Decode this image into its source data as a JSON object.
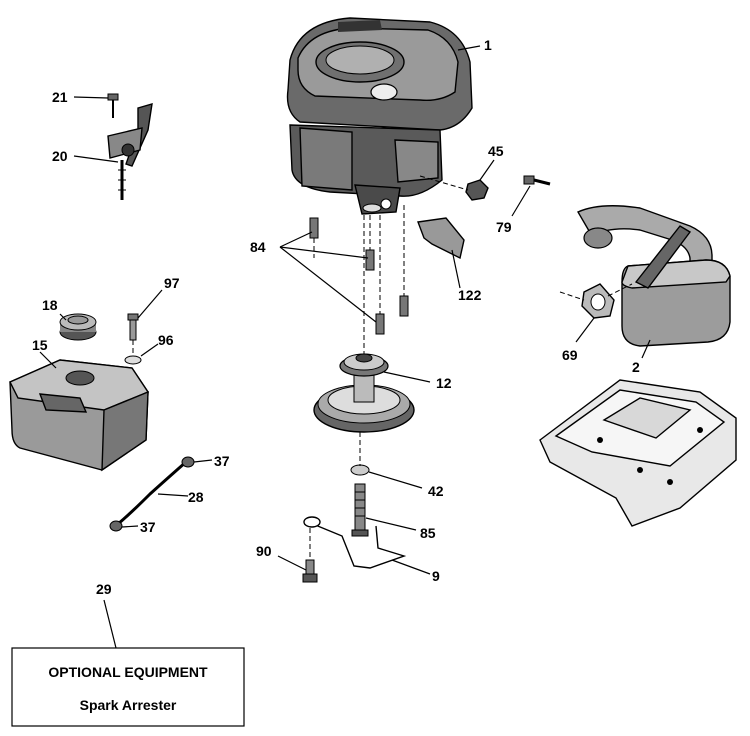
{
  "labels": {
    "p1": "1",
    "p2": "2",
    "p9": "9",
    "p12": "12",
    "p15": "15",
    "p18": "18",
    "p20": "20",
    "p21": "21",
    "p28": "28",
    "p29": "29",
    "p37a": "37",
    "p37b": "37",
    "p42": "42",
    "p45": "45",
    "p69": "69",
    "p79": "79",
    "p84": "84",
    "p85": "85",
    "p90": "90",
    "p96": "96",
    "p97": "97",
    "p122": "122"
  },
  "optional_box": {
    "title": "OPTIONAL EQUIPMENT",
    "item": "Spark Arrester"
  }
}
